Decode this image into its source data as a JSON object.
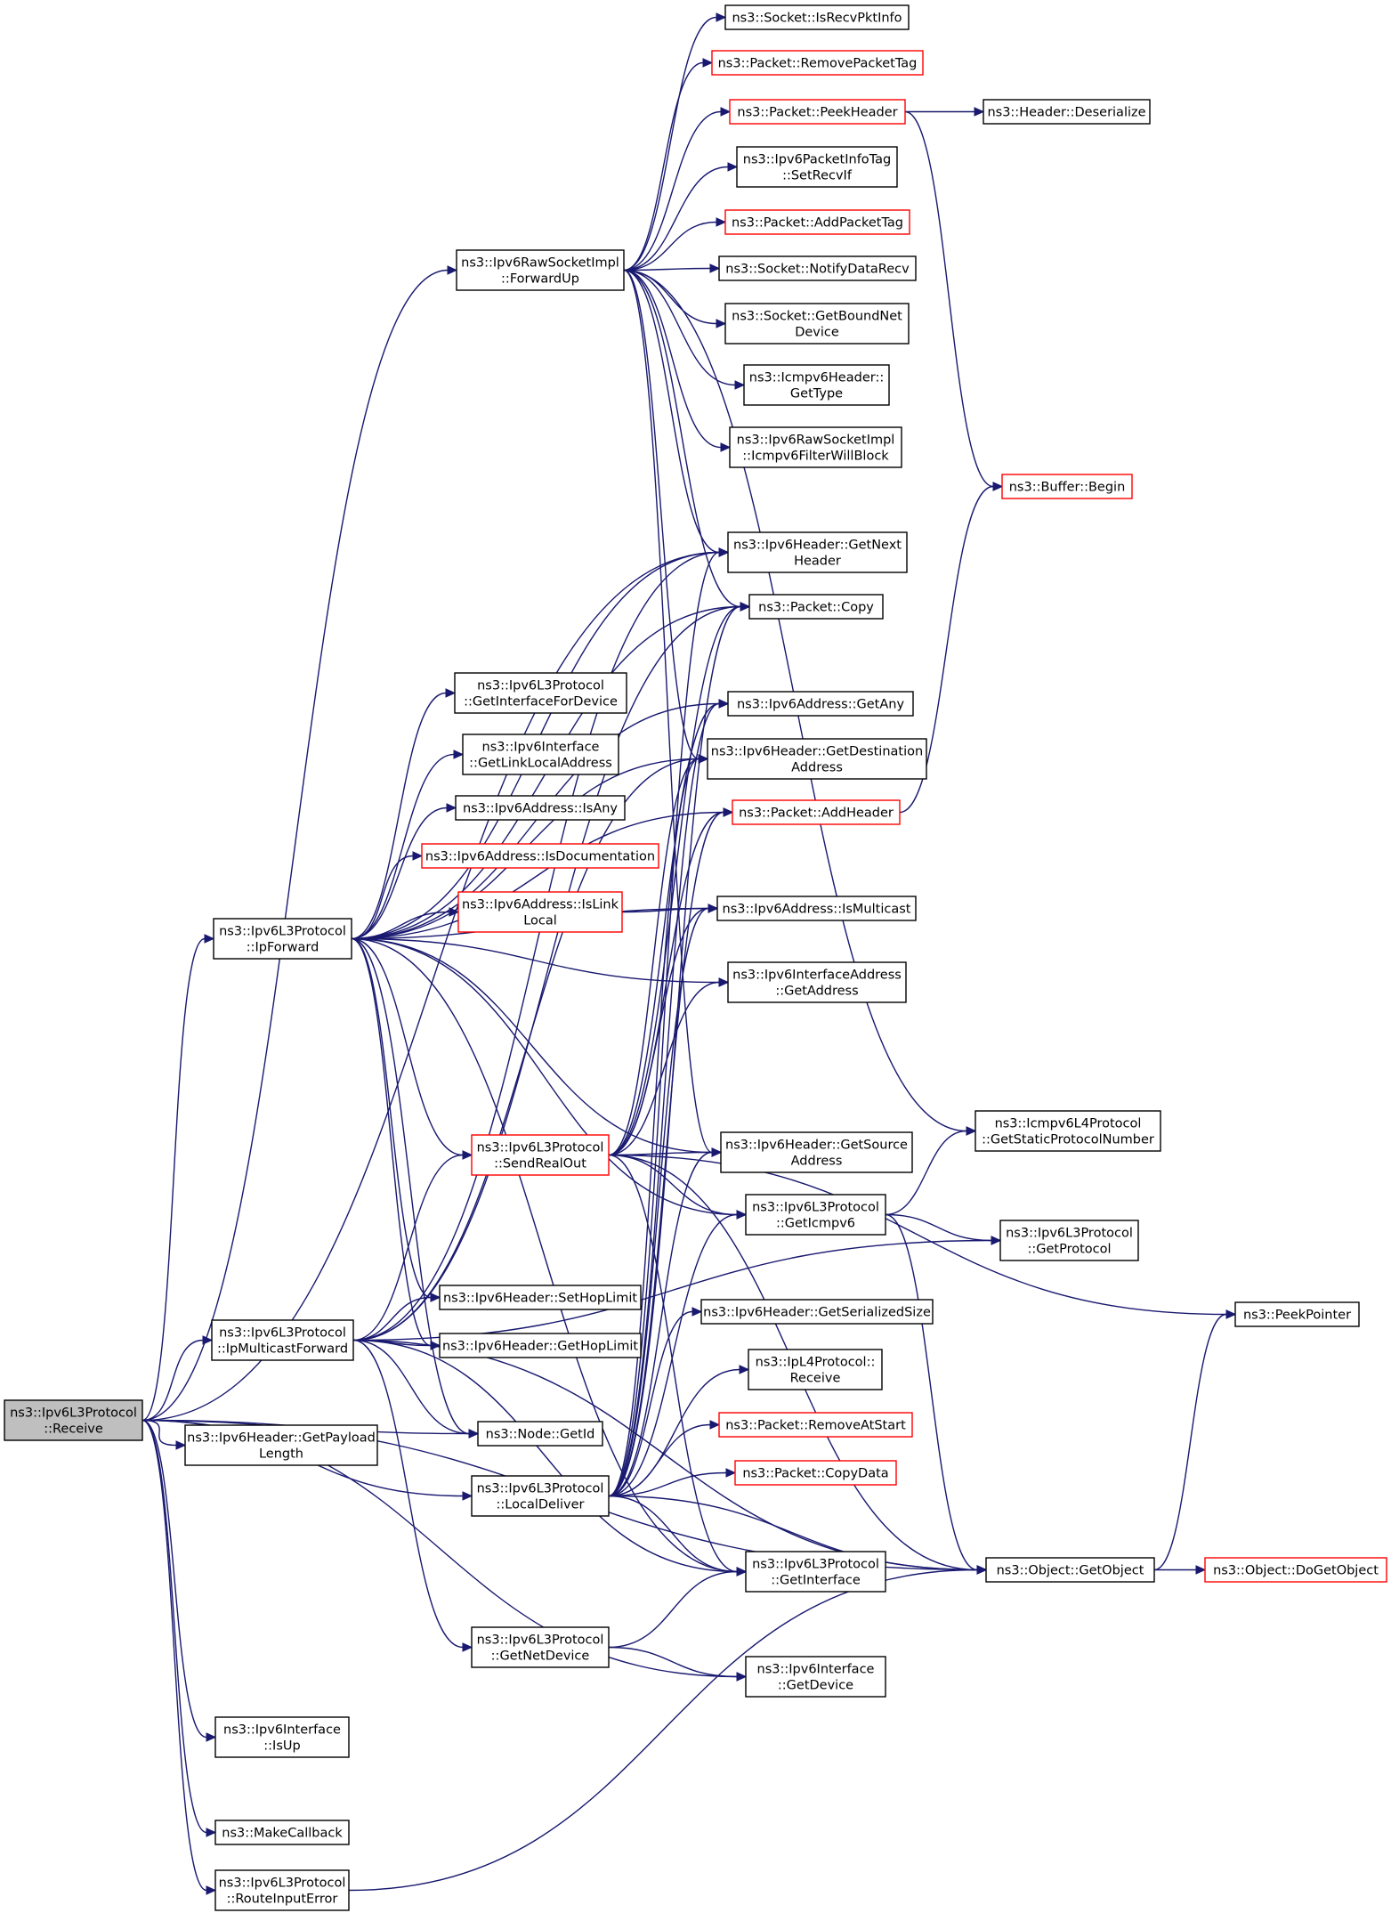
{
  "nodes": [
    {
      "id": "receive",
      "lines": [
        "ns3::Ipv6L3Protocol",
        "::Receive"
      ],
      "style": "root"
    },
    {
      "id": "forwardup",
      "lines": [
        "ns3::Ipv6RawSocketImpl",
        "::ForwardUp"
      ],
      "style": "normal"
    },
    {
      "id": "ipforward",
      "lines": [
        "ns3::Ipv6L3Protocol",
        "::IpForward"
      ],
      "style": "normal"
    },
    {
      "id": "ipmcforward",
      "lines": [
        "ns3::Ipv6L3Protocol",
        "::IpMulticastForward"
      ],
      "style": "normal"
    },
    {
      "id": "getpayloadlen",
      "lines": [
        "ns3::Ipv6Header::GetPayload",
        "Length"
      ],
      "style": "normal"
    },
    {
      "id": "isup",
      "lines": [
        "ns3::Ipv6Interface",
        "::IsUp"
      ],
      "style": "normal"
    },
    {
      "id": "makecallback",
      "lines": [
        "ns3::MakeCallback"
      ],
      "style": "normal"
    },
    {
      "id": "routeinputerror",
      "lines": [
        "ns3::Ipv6L3Protocol",
        "::RouteInputError"
      ],
      "style": "normal"
    },
    {
      "id": "getifacefordevice",
      "lines": [
        "ns3::Ipv6L3Protocol",
        "::GetInterfaceForDevice"
      ],
      "style": "normal"
    },
    {
      "id": "getlinklocal",
      "lines": [
        "ns3::Ipv6Interface",
        "::GetLinkLocalAddress"
      ],
      "style": "normal"
    },
    {
      "id": "isany",
      "lines": [
        "ns3::Ipv6Address::IsAny"
      ],
      "style": "normal"
    },
    {
      "id": "isdoc",
      "lines": [
        "ns3::Ipv6Address::IsDocumentation"
      ],
      "style": "red"
    },
    {
      "id": "islinklocal",
      "lines": [
        "ns3::Ipv6Address::IsLink",
        "Local"
      ],
      "style": "red"
    },
    {
      "id": "sendrealout",
      "lines": [
        "ns3::Ipv6L3Protocol",
        "::SendRealOut"
      ],
      "style": "red"
    },
    {
      "id": "sethoplimit",
      "lines": [
        "ns3::Ipv6Header::SetHopLimit"
      ],
      "style": "normal"
    },
    {
      "id": "gethoplimit",
      "lines": [
        "ns3::Ipv6Header::GetHopLimit"
      ],
      "style": "normal"
    },
    {
      "id": "getid",
      "lines": [
        "ns3::Node::GetId"
      ],
      "style": "normal"
    },
    {
      "id": "localdeliver",
      "lines": [
        "ns3::Ipv6L3Protocol",
        "::LocalDeliver"
      ],
      "style": "normal"
    },
    {
      "id": "getnetdevice",
      "lines": [
        "ns3::Ipv6L3Protocol",
        "::GetNetDevice"
      ],
      "style": "normal"
    },
    {
      "id": "isrecvpktinfo",
      "lines": [
        "ns3::Socket::IsRecvPktInfo"
      ],
      "style": "normal"
    },
    {
      "id": "removepackettag",
      "lines": [
        "ns3::Packet::RemovePacketTag"
      ],
      "style": "red"
    },
    {
      "id": "peekheader",
      "lines": [
        "ns3::Packet::PeekHeader"
      ],
      "style": "red"
    },
    {
      "id": "setrecvif",
      "lines": [
        "ns3::Ipv6PacketInfoTag",
        "::SetRecvIf"
      ],
      "style": "normal"
    },
    {
      "id": "addpackettag",
      "lines": [
        "ns3::Packet::AddPacketTag"
      ],
      "style": "red"
    },
    {
      "id": "notifydatarecv",
      "lines": [
        "ns3::Socket::NotifyDataRecv"
      ],
      "style": "normal"
    },
    {
      "id": "getboundnetdevice",
      "lines": [
        "ns3::Socket::GetBoundNet",
        "Device"
      ],
      "style": "normal"
    },
    {
      "id": "icmpgettype",
      "lines": [
        "ns3::Icmpv6Header::",
        "GetType"
      ],
      "style": "normal"
    },
    {
      "id": "icmpfilter",
      "lines": [
        "ns3::Ipv6RawSocketImpl",
        "::Icmpv6FilterWillBlock"
      ],
      "style": "normal"
    },
    {
      "id": "getnextheader",
      "lines": [
        "ns3::Ipv6Header::GetNext",
        "Header"
      ],
      "style": "normal"
    },
    {
      "id": "packetcopy",
      "lines": [
        "ns3::Packet::Copy"
      ],
      "style": "normal"
    },
    {
      "id": "getany",
      "lines": [
        "ns3::Ipv6Address::GetAny"
      ],
      "style": "normal"
    },
    {
      "id": "getdest",
      "lines": [
        "ns3::Ipv6Header::GetDestination",
        "Address"
      ],
      "style": "normal"
    },
    {
      "id": "addheader",
      "lines": [
        "ns3::Packet::AddHeader"
      ],
      "style": "red"
    },
    {
      "id": "ismulticast",
      "lines": [
        "ns3::Ipv6Address::IsMulticast"
      ],
      "style": "normal"
    },
    {
      "id": "ifaceaddrget",
      "lines": [
        "ns3::Ipv6InterfaceAddress",
        "::GetAddress"
      ],
      "style": "normal"
    },
    {
      "id": "getsource",
      "lines": [
        "ns3::Ipv6Header::GetSource",
        "Address"
      ],
      "style": "normal"
    },
    {
      "id": "geticmpv6",
      "lines": [
        "ns3::Ipv6L3Protocol",
        "::GetIcmpv6"
      ],
      "style": "normal"
    },
    {
      "id": "getserialsize",
      "lines": [
        "ns3::Ipv6Header::GetSerializedSize"
      ],
      "style": "normal"
    },
    {
      "id": "l4receive",
      "lines": [
        "ns3::IpL4Protocol::",
        "Receive"
      ],
      "style": "normal"
    },
    {
      "id": "removeatstart",
      "lines": [
        "ns3::Packet::RemoveAtStart"
      ],
      "style": "red"
    },
    {
      "id": "copydata",
      "lines": [
        "ns3::Packet::CopyData"
      ],
      "style": "red"
    },
    {
      "id": "getinterface",
      "lines": [
        "ns3::Ipv6L3Protocol",
        "::GetInterface"
      ],
      "style": "normal"
    },
    {
      "id": "ifacegetdevice",
      "lines": [
        "ns3::Ipv6Interface",
        "::GetDevice"
      ],
      "style": "normal"
    },
    {
      "id": "hdrdeserialize",
      "lines": [
        "ns3::Header::Deserialize"
      ],
      "style": "normal"
    },
    {
      "id": "bufferbegin",
      "lines": [
        "ns3::Buffer::Begin"
      ],
      "style": "red"
    },
    {
      "id": "getstaticproto",
      "lines": [
        "ns3::Icmpv6L4Protocol",
        "::GetStaticProtocolNumber"
      ],
      "style": "normal"
    },
    {
      "id": "getprotocol",
      "lines": [
        "ns3::Ipv6L3Protocol",
        "::GetProtocol"
      ],
      "style": "normal"
    },
    {
      "id": "getobject",
      "lines": [
        "ns3::Object::GetObject"
      ],
      "style": "normal"
    },
    {
      "id": "peekpointer",
      "lines": [
        "ns3::PeekPointer"
      ],
      "style": "normal"
    },
    {
      "id": "dogetobject",
      "lines": [
        "ns3::Object::DoGetObject"
      ],
      "style": "red"
    }
  ],
  "edges": [
    [
      "receive",
      "forwardup"
    ],
    [
      "receive",
      "ipforward"
    ],
    [
      "receive",
      "ipmcforward"
    ],
    [
      "receive",
      "getpayloadlen"
    ],
    [
      "receive",
      "isup"
    ],
    [
      "receive",
      "makecallback"
    ],
    [
      "receive",
      "routeinputerror"
    ],
    [
      "receive",
      "getid"
    ],
    [
      "receive",
      "localdeliver"
    ],
    [
      "receive",
      "ifacegetdevice"
    ],
    [
      "receive",
      "getobject"
    ],
    [
      "receive",
      "getnextheader"
    ],
    [
      "forwardup",
      "isrecvpktinfo"
    ],
    [
      "forwardup",
      "removepackettag"
    ],
    [
      "forwardup",
      "peekheader"
    ],
    [
      "forwardup",
      "setrecvif"
    ],
    [
      "forwardup",
      "addpackettag"
    ],
    [
      "forwardup",
      "notifydatarecv"
    ],
    [
      "forwardup",
      "getboundnetdevice"
    ],
    [
      "forwardup",
      "icmpgettype"
    ],
    [
      "forwardup",
      "icmpfilter"
    ],
    [
      "forwardup",
      "getnextheader"
    ],
    [
      "forwardup",
      "packetcopy"
    ],
    [
      "forwardup",
      "getdest"
    ],
    [
      "forwardup",
      "getsource"
    ],
    [
      "forwardup",
      "getstaticproto"
    ],
    [
      "peekheader",
      "hdrdeserialize"
    ],
    [
      "peekheader",
      "bufferbegin"
    ],
    [
      "addheader",
      "bufferbegin"
    ],
    [
      "ipforward",
      "getifacefordevice"
    ],
    [
      "ipforward",
      "getlinklocal"
    ],
    [
      "ipforward",
      "isany"
    ],
    [
      "ipforward",
      "isdoc"
    ],
    [
      "ipforward",
      "islinklocal"
    ],
    [
      "ipforward",
      "sendrealout"
    ],
    [
      "ipforward",
      "ifaceaddrget"
    ],
    [
      "ipforward",
      "getnextheader"
    ],
    [
      "ipforward",
      "packetcopy"
    ],
    [
      "ipforward",
      "getany"
    ],
    [
      "ipforward",
      "getdest"
    ],
    [
      "ipforward",
      "addheader"
    ],
    [
      "ipforward",
      "ismulticast"
    ],
    [
      "ipforward",
      "getsource"
    ],
    [
      "ipforward",
      "geticmpv6"
    ],
    [
      "ipforward",
      "sethoplimit"
    ],
    [
      "ipforward",
      "gethoplimit"
    ],
    [
      "ipforward",
      "getid"
    ],
    [
      "ipforward",
      "getinterface"
    ],
    [
      "islinklocal",
      "ismulticast"
    ],
    [
      "ipmcforward",
      "sethoplimit"
    ],
    [
      "ipmcforward",
      "gethoplimit"
    ],
    [
      "ipmcforward",
      "sendrealout"
    ],
    [
      "ipmcforward",
      "packetcopy"
    ],
    [
      "ipmcforward",
      "getnextheader"
    ],
    [
      "ipmcforward",
      "getdest"
    ],
    [
      "ipmcforward",
      "getprotocol"
    ],
    [
      "ipmcforward",
      "getnetdevice"
    ],
    [
      "ipmcforward",
      "getinterface"
    ],
    [
      "ipmcforward",
      "getobject"
    ],
    [
      "ipmcforward",
      "getid"
    ],
    [
      "sendrealout",
      "getsource"
    ],
    [
      "sendrealout",
      "geticmpv6"
    ],
    [
      "sendrealout",
      "packetcopy"
    ],
    [
      "sendrealout",
      "getany"
    ],
    [
      "sendrealout",
      "getdest"
    ],
    [
      "sendrealout",
      "addheader"
    ],
    [
      "sendrealout",
      "ismulticast"
    ],
    [
      "sendrealout",
      "ifaceaddrget"
    ],
    [
      "sendrealout",
      "getobject"
    ],
    [
      "sendrealout",
      "peekpointer"
    ],
    [
      "sendrealout",
      "getinterface"
    ],
    [
      "localdeliver",
      "getserialsize"
    ],
    [
      "localdeliver",
      "l4receive"
    ],
    [
      "localdeliver",
      "removeatstart"
    ],
    [
      "localdeliver",
      "copydata"
    ],
    [
      "localdeliver",
      "getinterface"
    ],
    [
      "localdeliver",
      "getobject"
    ],
    [
      "localdeliver",
      "packetcopy"
    ],
    [
      "localdeliver",
      "getnextheader"
    ],
    [
      "localdeliver",
      "addheader"
    ],
    [
      "localdeliver",
      "getdest"
    ],
    [
      "localdeliver",
      "getsource"
    ],
    [
      "localdeliver",
      "geticmpv6"
    ],
    [
      "localdeliver",
      "ismulticast"
    ],
    [
      "localdeliver",
      "getany"
    ],
    [
      "getnetdevice",
      "getinterface"
    ],
    [
      "getnetdevice",
      "ifacegetdevice"
    ],
    [
      "geticmpv6",
      "getstaticproto"
    ],
    [
      "geticmpv6",
      "getprotocol"
    ],
    [
      "geticmpv6",
      "getobject"
    ],
    [
      "routeinputerror",
      "getobject"
    ],
    [
      "getobject",
      "dogetobject"
    ],
    [
      "getobject",
      "peekpointer"
    ]
  ]
}
